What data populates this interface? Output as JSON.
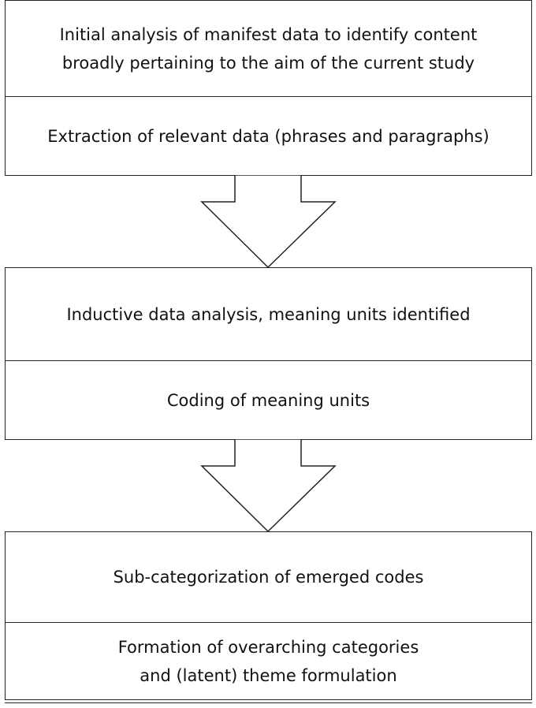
{
  "groups": [
    {
      "steps": [
        [
          "Initial analysis of manifest data to identify content",
          "broadly pertaining to the aim of the current study"
        ],
        [
          "Extraction of relevant data (phrases and paragraphs)"
        ]
      ]
    },
    {
      "steps": [
        [
          "Inductive data analysis, meaning units identified"
        ],
        [
          "Coding of meaning units"
        ]
      ]
    },
    {
      "steps": [
        [
          "Sub-categorization of emerged codes"
        ],
        [
          "Formation of overarching categories",
          "and (latent) theme formulation"
        ]
      ]
    }
  ]
}
